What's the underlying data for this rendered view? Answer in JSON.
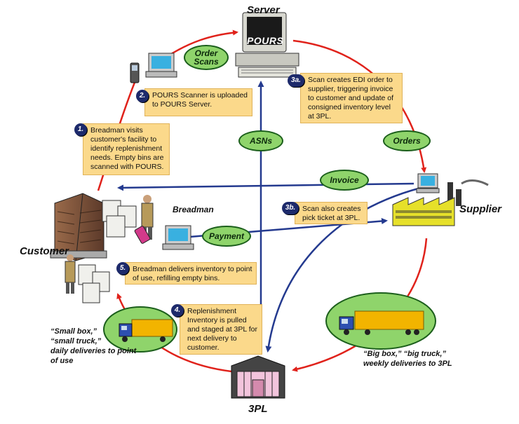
{
  "nodes": {
    "server": "Server",
    "pours_screen": "POURS",
    "supplier": "Supplier",
    "customer": "Customer",
    "breadman": "Breadman",
    "tpl": "3PL"
  },
  "flows": {
    "order_scans": "Order\nScans",
    "asns": "ASNs",
    "orders": "Orders",
    "invoice": "Invoice",
    "payment": "Payment"
  },
  "steps": {
    "s1": {
      "badge": "1.",
      "text": "Breadman visits customer's facility to identify replenishment needs. Empty bins are scanned with POURS."
    },
    "s2": {
      "badge": "2.",
      "text": "POURS Scanner is uploaded to POURS Server."
    },
    "s3a": {
      "badge": "3a.",
      "text": "Scan creates EDI order to supplier, triggering invoice to customer and update of consigned inventory level at 3PL."
    },
    "s3b": {
      "badge": "3b.",
      "text": "Scan also creates pick ticket at 3PL."
    },
    "s4": {
      "badge": "4.",
      "text": "Replenishment Inventory is pulled and staged at 3PL for next delivery to customer."
    },
    "s5": {
      "badge": "5.",
      "text": "Breadman delivers inventory to point of use, refilling empty bins."
    }
  },
  "notes": {
    "small": "“Small box,”\n“small truck,”\ndaily deliveries to point\nof use",
    "big": "“Big box,” “big truck,”\nweekly deliveries to 3PL"
  },
  "colors": {
    "red_flow": "#e0221b",
    "blue_flow": "#243a8f",
    "step_box": "#fbd98b",
    "badge": "#1d2a6b",
    "pill": "#8fd46b",
    "factory": "#e6e02a"
  },
  "icons": [
    "server-computer-icon",
    "scanner-phone-icon",
    "laptop-icon",
    "office-building-icon",
    "factory-icon",
    "warehouse-icon",
    "truck-icon",
    "bins-icon",
    "person-icon"
  ]
}
